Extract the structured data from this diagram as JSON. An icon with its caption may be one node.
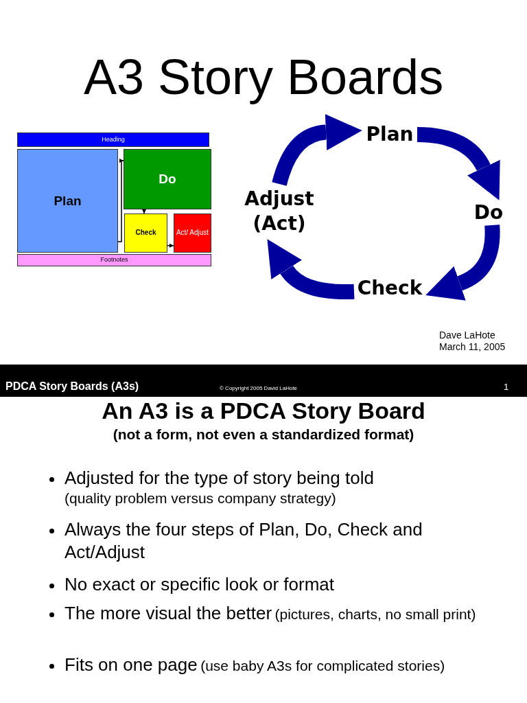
{
  "diagram": {
    "title": "A3 Story Boards",
    "nodes": [
      {
        "text": [
          "Heading"
        ]
      },
      {
        "text": [
          "Plan"
        ]
      },
      {
        "text": [
          "Do"
        ]
      },
      {
        "text": [
          "Check"
        ]
      },
      {
        "text": [
          "Act/ Adjust"
        ]
      },
      {
        "text": [
          "Footnotes"
        ]
      },
      {
        "text": [
          "Plan"
        ]
      },
      {
        "text": [
          "Do"
        ]
      },
      {
        "text": [
          "Check"
        ]
      },
      {
        "text": [
          "Adjust (Act)"
        ]
      }
    ],
    "edges": [
      {
        "from": 1,
        "to": 2,
        "arrow": "to",
        "color": "#000000"
      },
      {
        "from": 2,
        "to": 3,
        "arrow": "to",
        "color": "#000000"
      },
      {
        "from": 3,
        "to": 4,
        "arrow": "to",
        "color": "#000000"
      },
      {
        "from": 6,
        "to": 7,
        "arrow": "to",
        "color": "#00009c"
      },
      {
        "from": 7,
        "to": 8,
        "arrow": "to",
        "color": "#00009c"
      },
      {
        "from": 8,
        "to": 9,
        "arrow": "to",
        "color": "#00009c"
      },
      {
        "from": 9,
        "to": 6,
        "arrow": "to",
        "color": "#00009c"
      }
    ],
    "labels": [
      "Dave LaHote",
      "March 11, 2005",
      "PDCA Story Boards (A3s)",
      "© Copyright 2005 David LaHote",
      "1",
      "An A3 is a PDCA Story Board",
      "(not a form, not even a standardized format)",
      "Adjusted for the type of story being told",
      "(quality problem versus company strategy)",
      "Always the four steps of Plan, Do, Check and Act/Adjust",
      "No exact or specific look or format",
      "The more visual the better",
      "(pictures, charts, no small print)",
      "Fits on one page",
      "(use baby A3s for complicated stories)"
    ]
  }
}
